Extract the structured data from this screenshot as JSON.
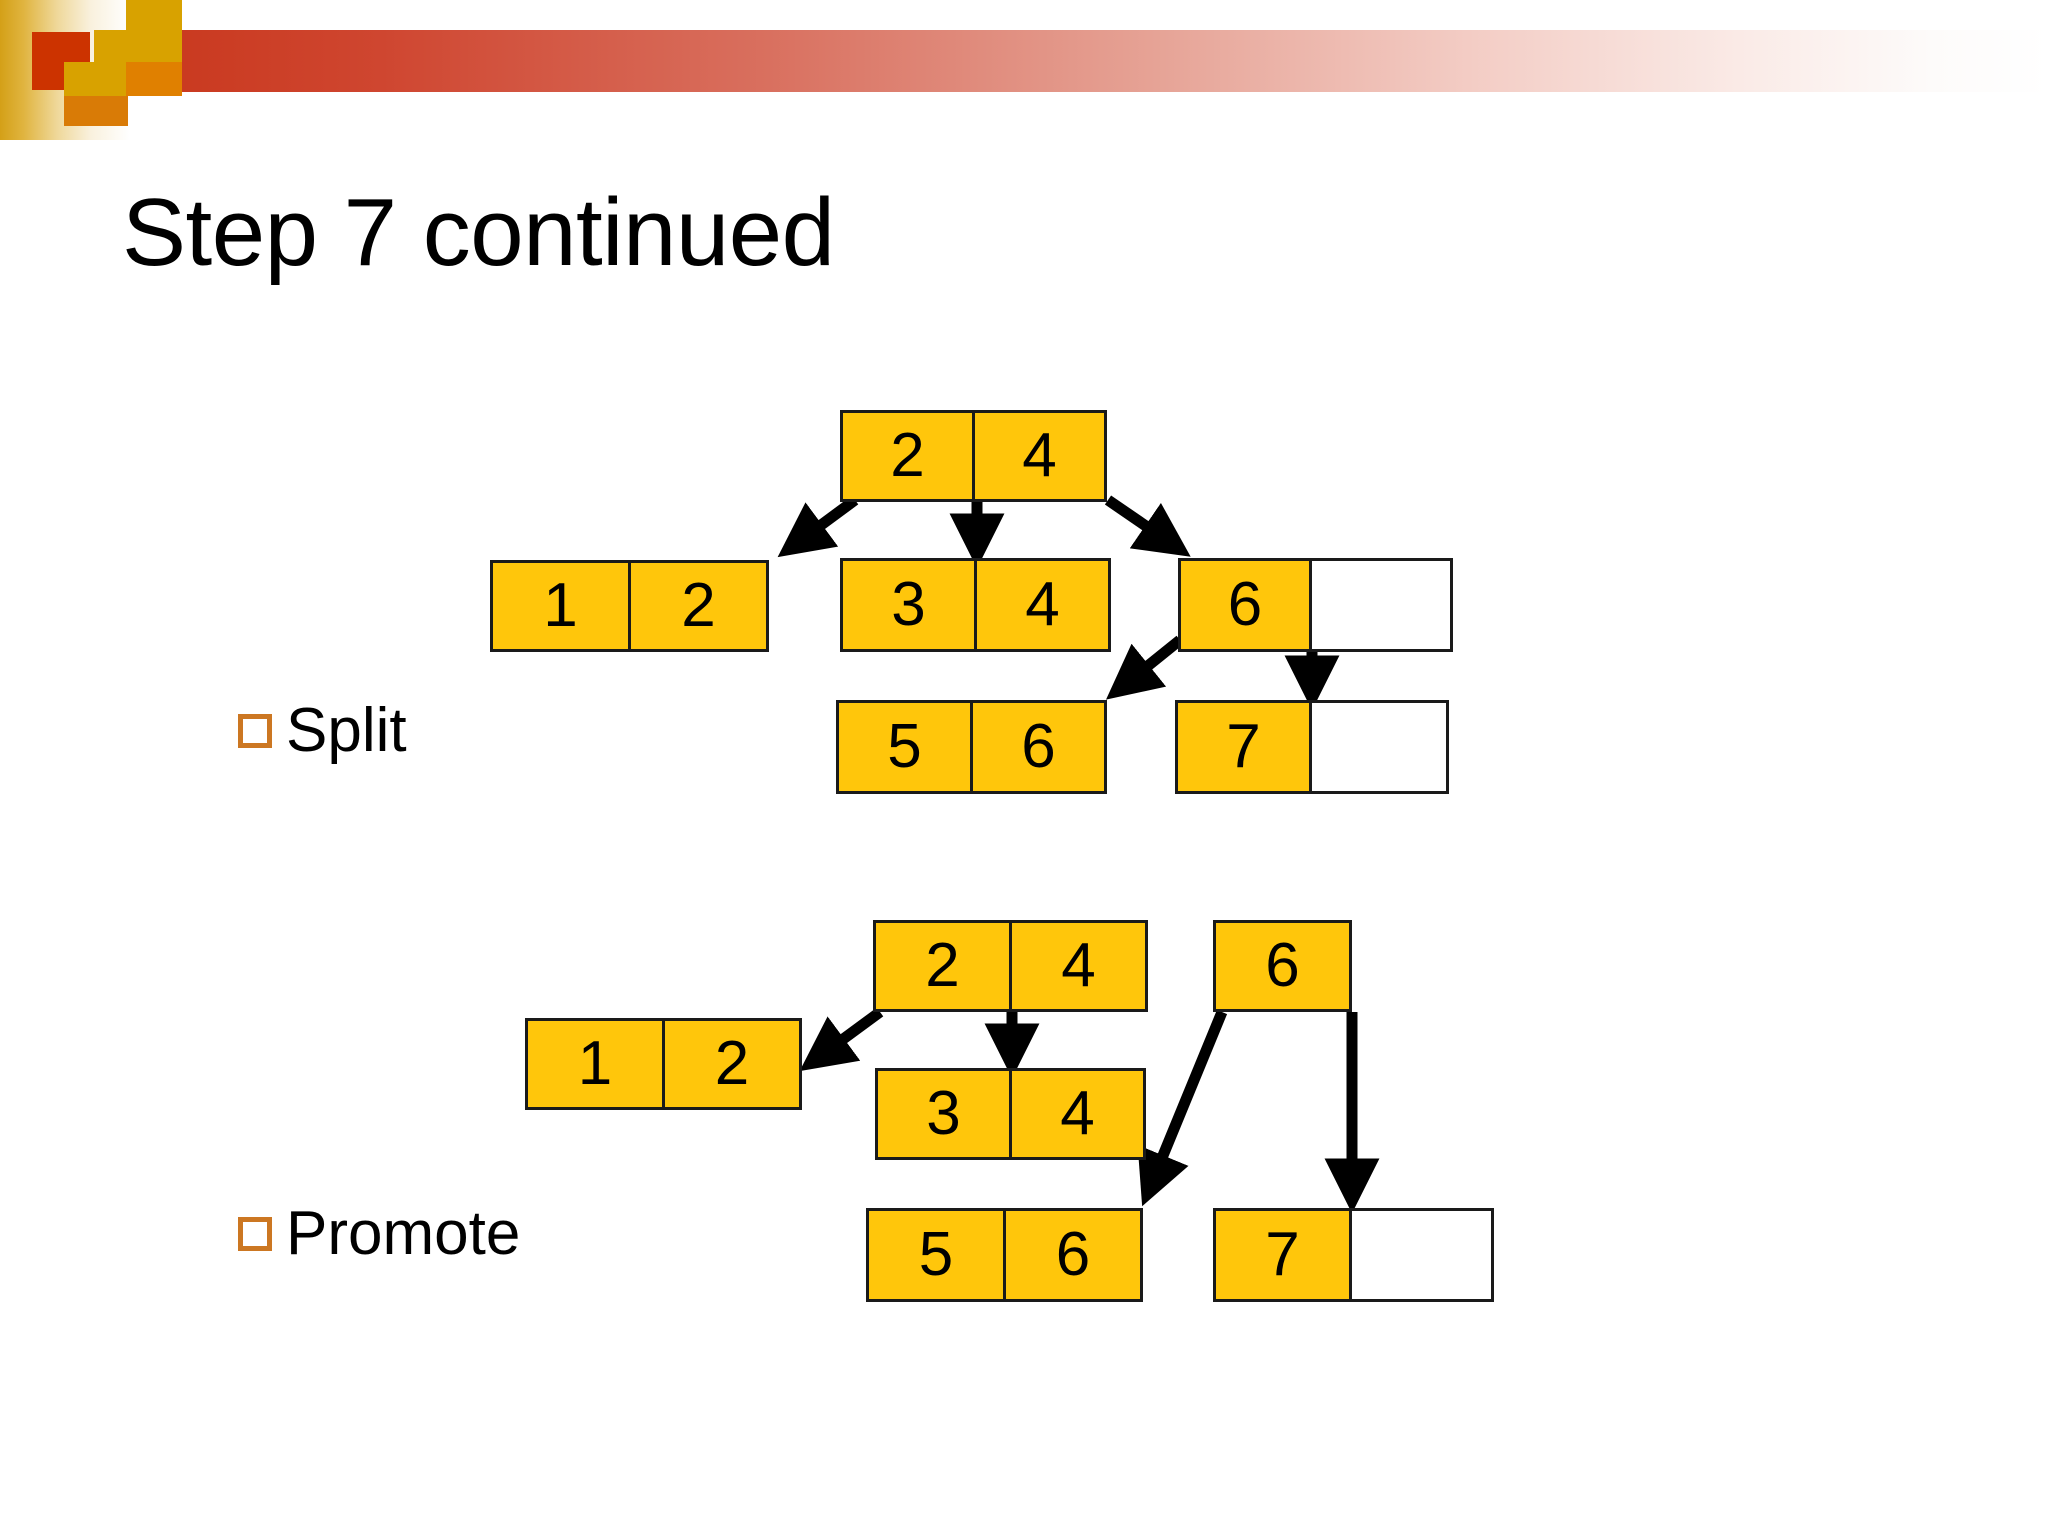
{
  "slide": {
    "title": "Step 7 continued",
    "background": "#ffffff"
  },
  "theme": {
    "node_fill": "#FFC60B",
    "node_empty_fill": "#ffffff",
    "node_border": "#1a1a1a",
    "bullet_color": "#cc7722",
    "band_start": "#c8361b",
    "band_end": "#ffffff",
    "deco_red": "#cc3300",
    "deco_gold": "#d8a200",
    "deco_orange": "#e08000"
  },
  "bullets": [
    {
      "id": "split",
      "label": "Split"
    },
    {
      "id": "promote",
      "label": "Promote"
    }
  ],
  "diagrams": [
    {
      "id": "split-tree",
      "caption": "Split",
      "nodes": [
        {
          "id": "u-root",
          "cells": [
            "2",
            "4"
          ]
        },
        {
          "id": "u-c1",
          "cells": [
            "1",
            "2"
          ]
        },
        {
          "id": "u-c2",
          "cells": [
            "3",
            "4"
          ]
        },
        {
          "id": "u-c3",
          "cells": [
            "6",
            ""
          ]
        },
        {
          "id": "u-l1",
          "cells": [
            "5",
            "6"
          ]
        },
        {
          "id": "u-l2",
          "cells": [
            "7",
            ""
          ]
        }
      ],
      "edges": [
        {
          "from": "u-root",
          "to": "u-c1"
        },
        {
          "from": "u-root",
          "to": "u-c2"
        },
        {
          "from": "u-root",
          "to": "u-c3"
        },
        {
          "from": "u-c3",
          "to": "u-l1"
        },
        {
          "from": "u-c3",
          "to": "u-l2"
        }
      ]
    },
    {
      "id": "promote-tree",
      "caption": "Promote",
      "nodes": [
        {
          "id": "d-n24",
          "cells": [
            "2",
            "4"
          ]
        },
        {
          "id": "d-n6",
          "cells": [
            "6"
          ]
        },
        {
          "id": "d-n12",
          "cells": [
            "1",
            "2"
          ]
        },
        {
          "id": "d-n34",
          "cells": [
            "3",
            "4"
          ]
        },
        {
          "id": "d-n56",
          "cells": [
            "5",
            "6"
          ]
        },
        {
          "id": "d-n7",
          "cells": [
            "7",
            ""
          ]
        }
      ],
      "edges": [
        {
          "from": "d-n24",
          "to": "d-n12"
        },
        {
          "from": "d-n24",
          "to": "d-n34"
        },
        {
          "from": "d-n6",
          "to": "d-n56"
        },
        {
          "from": "d-n6",
          "to": "d-n7"
        }
      ]
    }
  ]
}
